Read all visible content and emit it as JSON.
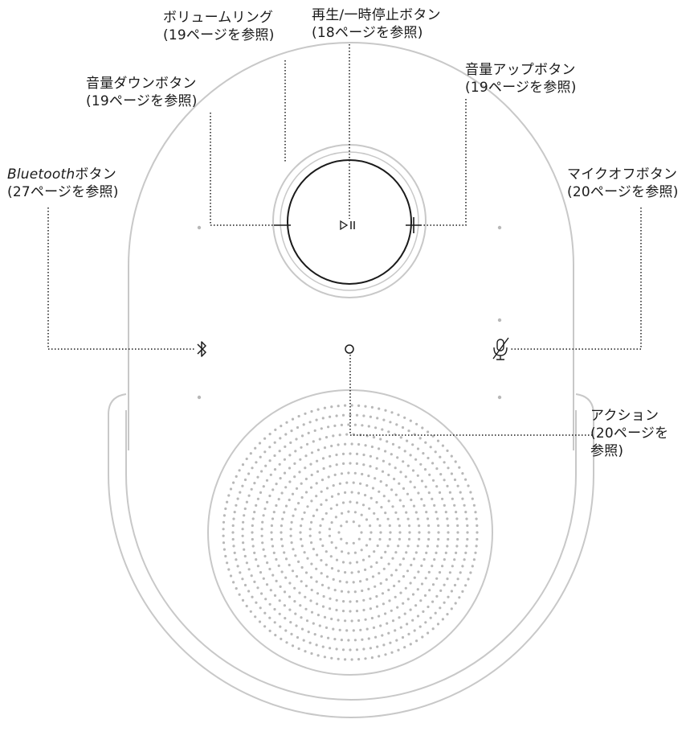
{
  "diagram": {
    "title": "",
    "callouts": {
      "volume_ring": {
        "line1": "ボリュームリング",
        "line2": "(19ページを参照)"
      },
      "play_pause": {
        "line1": "再生/一時停止ボタン",
        "line2": "(18ページを参照)"
      },
      "volume_up": {
        "line1": "音量アップボタン",
        "line2": "(19ページを参照)"
      },
      "volume_down": {
        "line1": "音量ダウンボタン",
        "line2": "(19ページを参照)"
      },
      "bluetooth": {
        "line1_italic": "Bluetooth",
        "line1_rest": "ボタン",
        "line2": "(27ページを参照)"
      },
      "mic_off": {
        "line1": "マイクオフボタン",
        "line2": "(20ページを参照)"
      },
      "action": {
        "line1": "アクション",
        "line2": "(20ページを",
        "line3": "参照)"
      }
    },
    "icons": {
      "play_pause": "play-pause-icon",
      "volume_up": "plus-icon",
      "volume_down": "minus-icon",
      "bluetooth": "bluetooth-icon",
      "mic_off": "mic-off-icon",
      "action": "action-circle-icon"
    },
    "colors": {
      "outline": "#c8c8c8",
      "line": "#1a1a1a",
      "dots": "#b8b8b8"
    }
  }
}
